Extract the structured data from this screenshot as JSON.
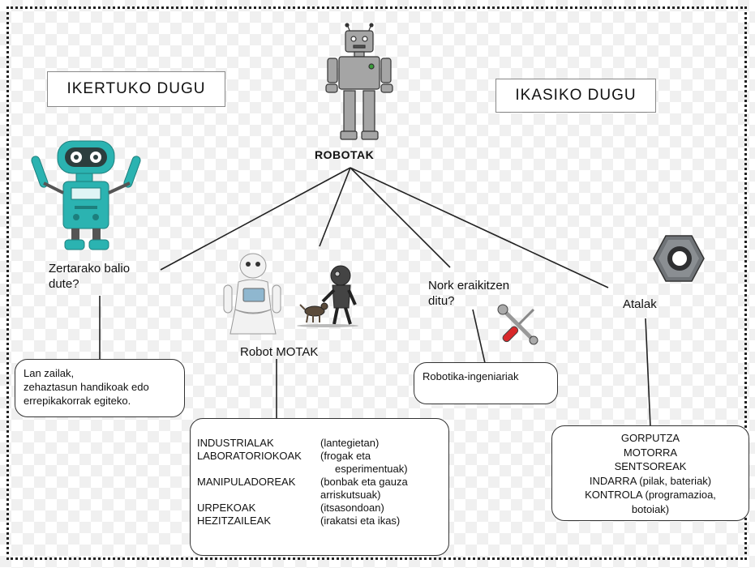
{
  "headings": {
    "left": "IKERTUKO  DUGU",
    "right": "IKASIKO  DUGU"
  },
  "center": {
    "title": "ROBOTAK"
  },
  "nodes": {
    "zertarako": {
      "line1": "Zertarako  balio",
      "line2": "dute?"
    },
    "motak": {
      "label": "Robot  MOTAK"
    },
    "nork": {
      "line1": "Nork eraikitzen",
      "line2": "ditu?"
    },
    "atalak": {
      "label": "Atalak"
    }
  },
  "boxes": {
    "lan": {
      "line1": "Lan zailak,",
      "line2": "zehaztasun handikoak edo",
      "line3": "errepikakorrak  egiteko."
    },
    "ingeniariak": {
      "text": "Robotika-ingeniariak"
    },
    "motak_list": [
      {
        "name": "INDUSTRIALAK",
        "note": "(lantegietan)"
      },
      {
        "name": "LABORATORIOKOAK",
        "note": "(frogak eta"
      },
      {
        "name": "",
        "note": "esperimentuak)"
      },
      {
        "name": "MANIPULADOREAK",
        "note": "(bonbak eta  gauza"
      },
      {
        "name": "",
        "note": "arriskutsuak)"
      },
      {
        "name": "URPEKOAK",
        "note": "(itsasondoan)"
      },
      {
        "name": "HEZITZAILEAK",
        "note": "(irakatsi eta ikas)"
      }
    ],
    "atalak_list": [
      "GORPUTZA",
      "MOTORRA",
      "SENTSOREAK",
      "INDARRA (pilak, bateriak)",
      "KONTROLA (programazioa,",
      "botoiak)"
    ]
  },
  "colors": {
    "teal_robot": "#2bb3b1",
    "grey_robot": "#9e9e9e",
    "wrench_red": "#d8282a"
  }
}
